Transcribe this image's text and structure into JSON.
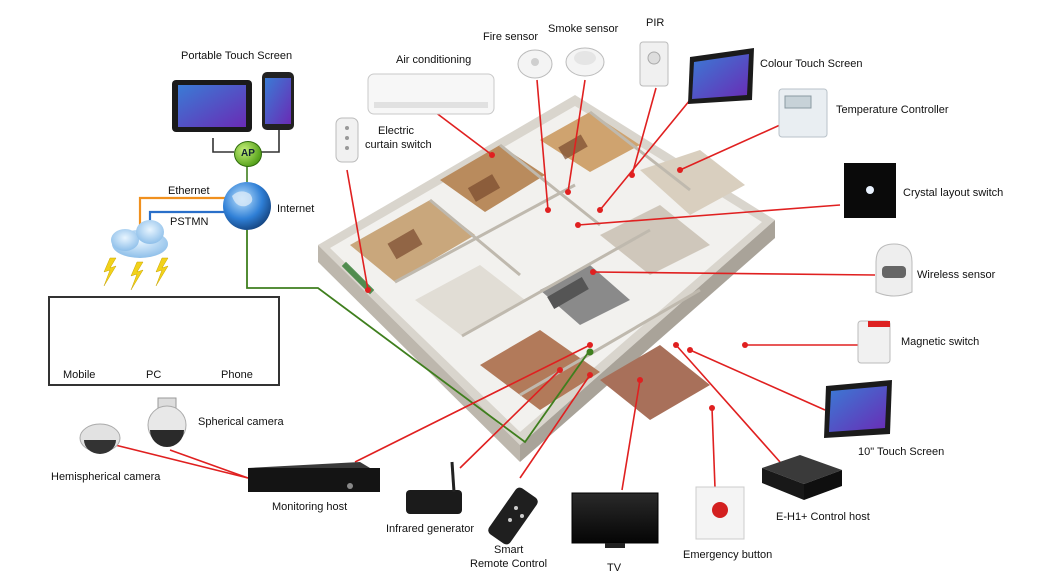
{
  "labels": {
    "portable_touch_screen": "Portable Touch Screen",
    "air_conditioning": "Air conditioning",
    "fire_sensor": "Fire sensor",
    "smoke_sensor": "Smoke sensor",
    "pir": "PIR",
    "colour_touch_screen": "Colour Touch Screen",
    "temperature_controller": "Temperature Controller",
    "electric_curtain_switch_line1": "Electric",
    "electric_curtain_switch_line2": "curtain switch",
    "ap": "AP",
    "ethernet": "Ethernet",
    "internet": "Internet",
    "pstmn": "PSTMN",
    "crystal_layout_switch": "Crystal layout switch",
    "wireless_sensor": "Wireless sensor",
    "magnetic_switch": "Magnetic switch",
    "mobile": "Mobile",
    "pc": "PC",
    "phone": "Phone",
    "spherical_camera": "Spherical camera",
    "hemispherical_camera": "Hemispherical camera",
    "monitoring_host": "Monitoring host",
    "infrared_generator": "Infrared generator",
    "smart_remote_line1": "Smart",
    "smart_remote_line2": "Remote Control",
    "tv": "TV",
    "emergency_button": "Emergency button",
    "control_host": "E-H1+ Control host",
    "ten_inch_touch_screen": "10\" Touch Screen"
  },
  "colors": {
    "red_link": "#e02020",
    "green_link": "#3f7f1e",
    "orange_link": "#f0901e",
    "blue_link": "#2a6fc9",
    "floor": "#f1f1ef",
    "wall": "#d8d4cc"
  }
}
